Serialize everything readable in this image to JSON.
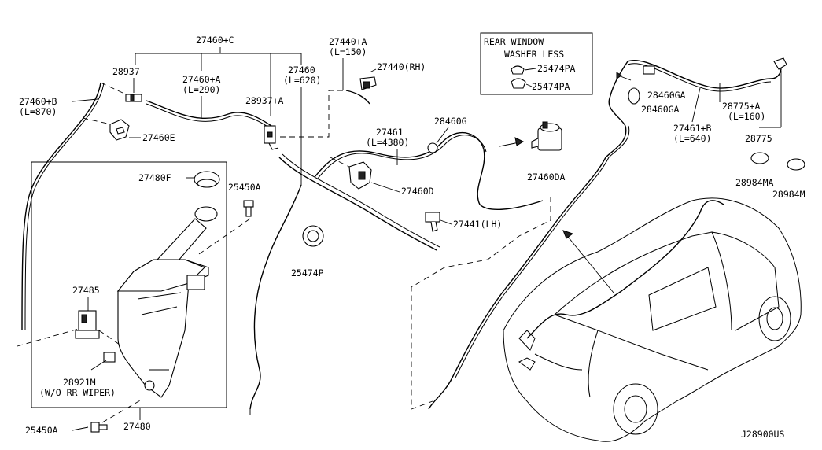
{
  "diagram_code": "J28900US",
  "inset_box": {
    "title_line1": "REAR WINDOW",
    "title_line2": "WASHER LESS",
    "part1": "25474PA",
    "part2": "25474PA"
  },
  "labels": {
    "p27460C": "27460+C",
    "p28937": "28937",
    "p27460A": "27460+A",
    "p27460A_len": "(L=290)",
    "p27460": "27460",
    "p27460_len": "(L=620)",
    "p27440A": "27440+A",
    "p27440A_len": "(L=150)",
    "p27440RH": "27440(RH)",
    "p27460B": "27460+B",
    "p27460B_len": "(L=870)",
    "p28937A": "28937+A",
    "p27460E": "27460E",
    "p28460G": "28460G",
    "p27461": "27461",
    "p27461_len": "(L=4380)",
    "p27460DA": "27460DA",
    "p27480F": "27480F",
    "p25450A_top": "25450A",
    "p27460D": "27460D",
    "p27441LH": "27441(LH)",
    "p25474P": "25474P",
    "p27485": "27485",
    "p28921M": "28921M",
    "p28921M_note": "(W/O RR WIPER)",
    "p25450A_bottom": "25450A",
    "p27480": "27480",
    "p28460GA_1": "28460GA",
    "p28460GA_2": "28460GA",
    "p27461B": "27461+B",
    "p27461B_len": "(L=640)",
    "p28775A": "28775+A",
    "p28775A_len": "(L=160)",
    "p28775": "28775",
    "p28984MA": "28984MA",
    "p28984M": "28984M"
  }
}
